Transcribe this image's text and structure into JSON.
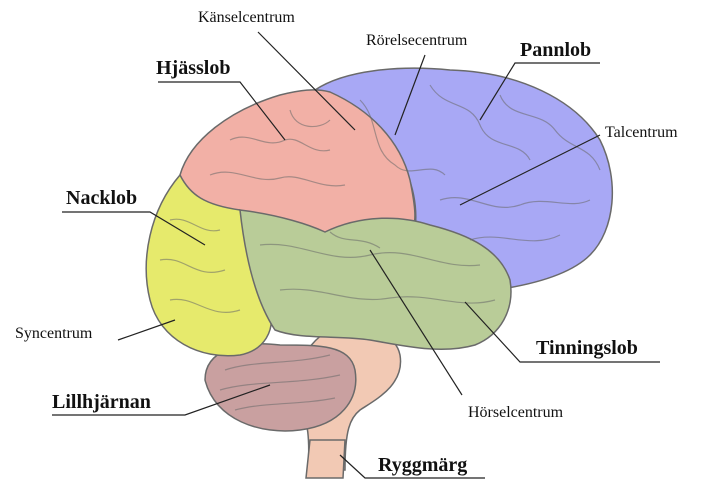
{
  "labels": {
    "kanselcentrum": "Känselcentrum",
    "rorelsecentrum": "Rörelsecentrum",
    "pannlob": "Pannlob",
    "hjasslob": "Hjässlob",
    "talcentrum": "Talcentrum",
    "nacklob": "Nacklob",
    "syncentrum": "Syncentrum",
    "tinningslob": "Tinningslob",
    "lillhjarnan": "Lillhjärnan",
    "horselcentrum": "Hörselcentrum",
    "ryggmarg": "Ryggmärg"
  },
  "colors": {
    "frontal": "#a8a8f5",
    "parietal": "#f2b0a6",
    "occipital": "#e6ea6c",
    "temporal": "#b9cc98",
    "cerebellum": "#c9a0a0",
    "brainstem": "#f2c9b4",
    "outline": "#6a6a6a"
  }
}
